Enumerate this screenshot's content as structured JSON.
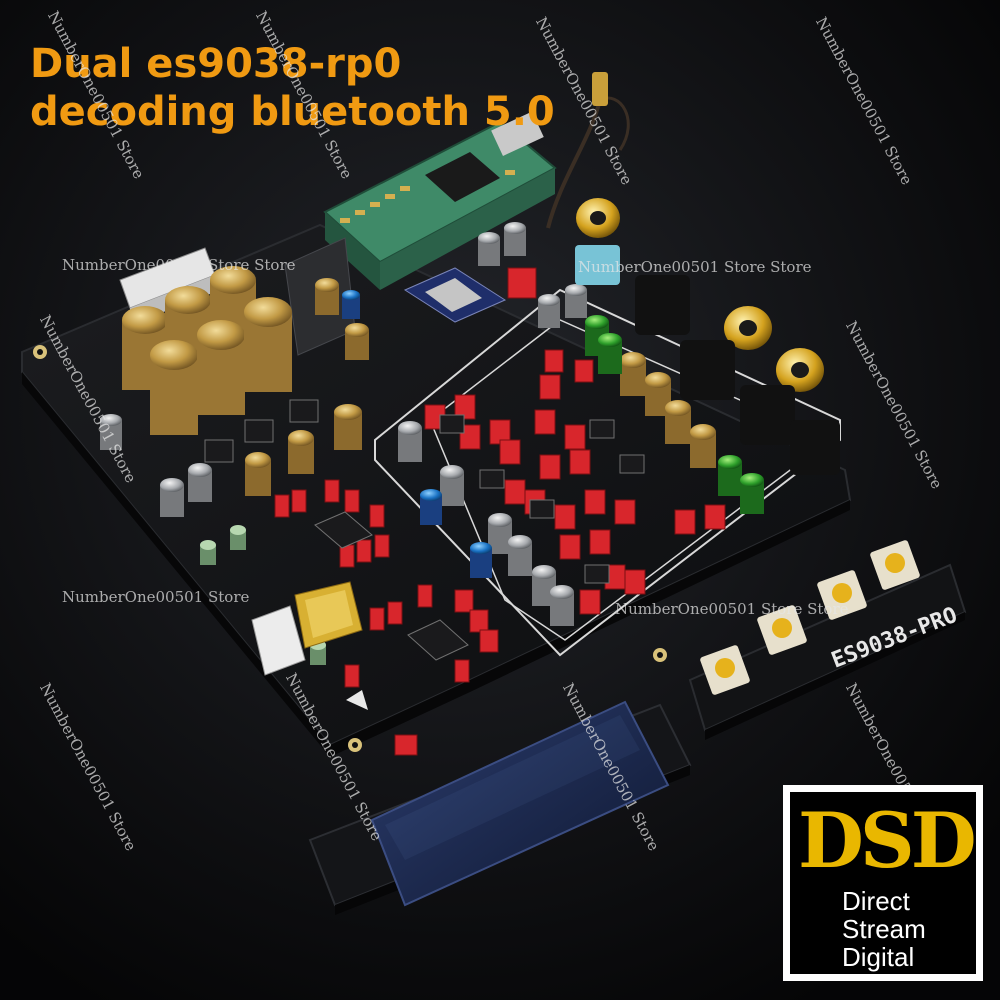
{
  "headline": {
    "line1": "Dual es9038-rp0",
    "line2": "decoding bluetooth 5.0"
  },
  "watermark": {
    "store": "NumberOne00501 Store",
    "store_double": "NumberOne00501 Store Store",
    "store_short": "Store"
  },
  "board": {
    "model_label": "ES9038-PRO"
  },
  "dsd_badge": {
    "logo": "DSD",
    "line1": "Direct",
    "line2": "Stream",
    "line3": "Digital"
  },
  "colors": {
    "headline": "#f09a12",
    "pcb": "#121315",
    "capacitor_gold": "#c29a45",
    "film_cap_red": "#d8262c",
    "green_module": "#3f8a68",
    "dsd_gold": "#e9b700"
  }
}
